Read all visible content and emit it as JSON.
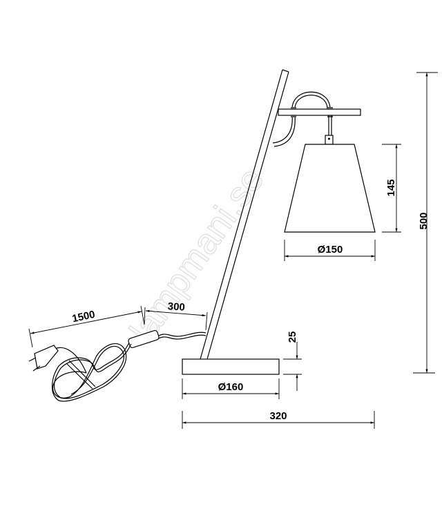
{
  "watermark": "lampmani.se",
  "dimensions": {
    "total_height": "500",
    "shade_height": "145",
    "shade_diameter": "Ø150",
    "base_height": "25",
    "base_diameter": "Ø160",
    "total_width": "320",
    "cord_to_switch": "300",
    "cord_length": "1500"
  },
  "colors": {
    "line": "#000000",
    "watermark": "#dddddd",
    "background": "#ffffff"
  }
}
